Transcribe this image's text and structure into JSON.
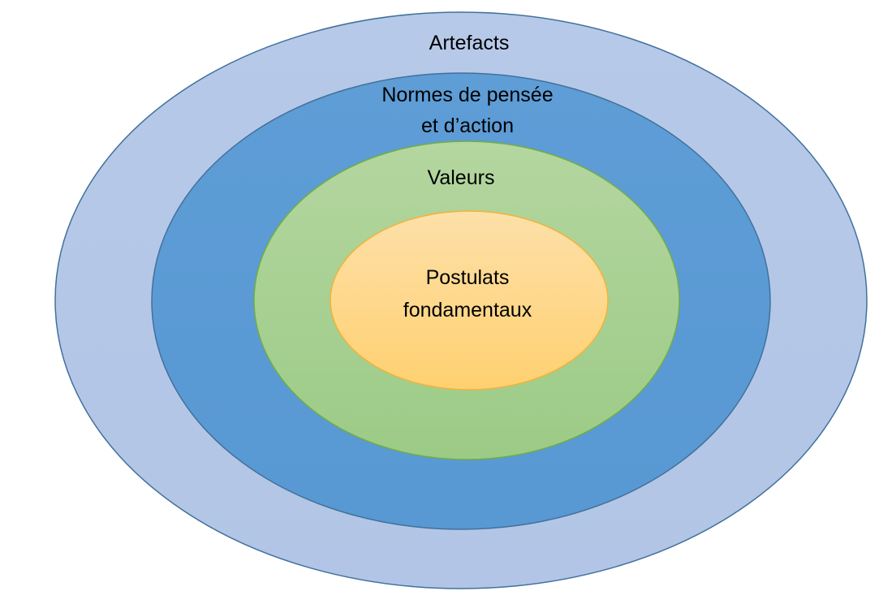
{
  "diagram": {
    "layers": [
      {
        "id": "artefacts",
        "lines": [
          "Artefacts"
        ],
        "fill": "#b4c7e7",
        "stroke": "#41719c"
      },
      {
        "id": "normes",
        "lines": [
          "Normes de pensée",
          "et d’action"
        ],
        "fill": "#5b9bd5",
        "stroke": "#41719c"
      },
      {
        "id": "valeurs",
        "lines": [
          "Valeurs"
        ],
        "fill": "#a9d18e",
        "stroke": "#70ad47"
      },
      {
        "id": "postulats",
        "lines": [
          "Postulats",
          "fondamentaux"
        ],
        "fill": "#ffd58f",
        "stroke": "#f5b843"
      }
    ]
  }
}
